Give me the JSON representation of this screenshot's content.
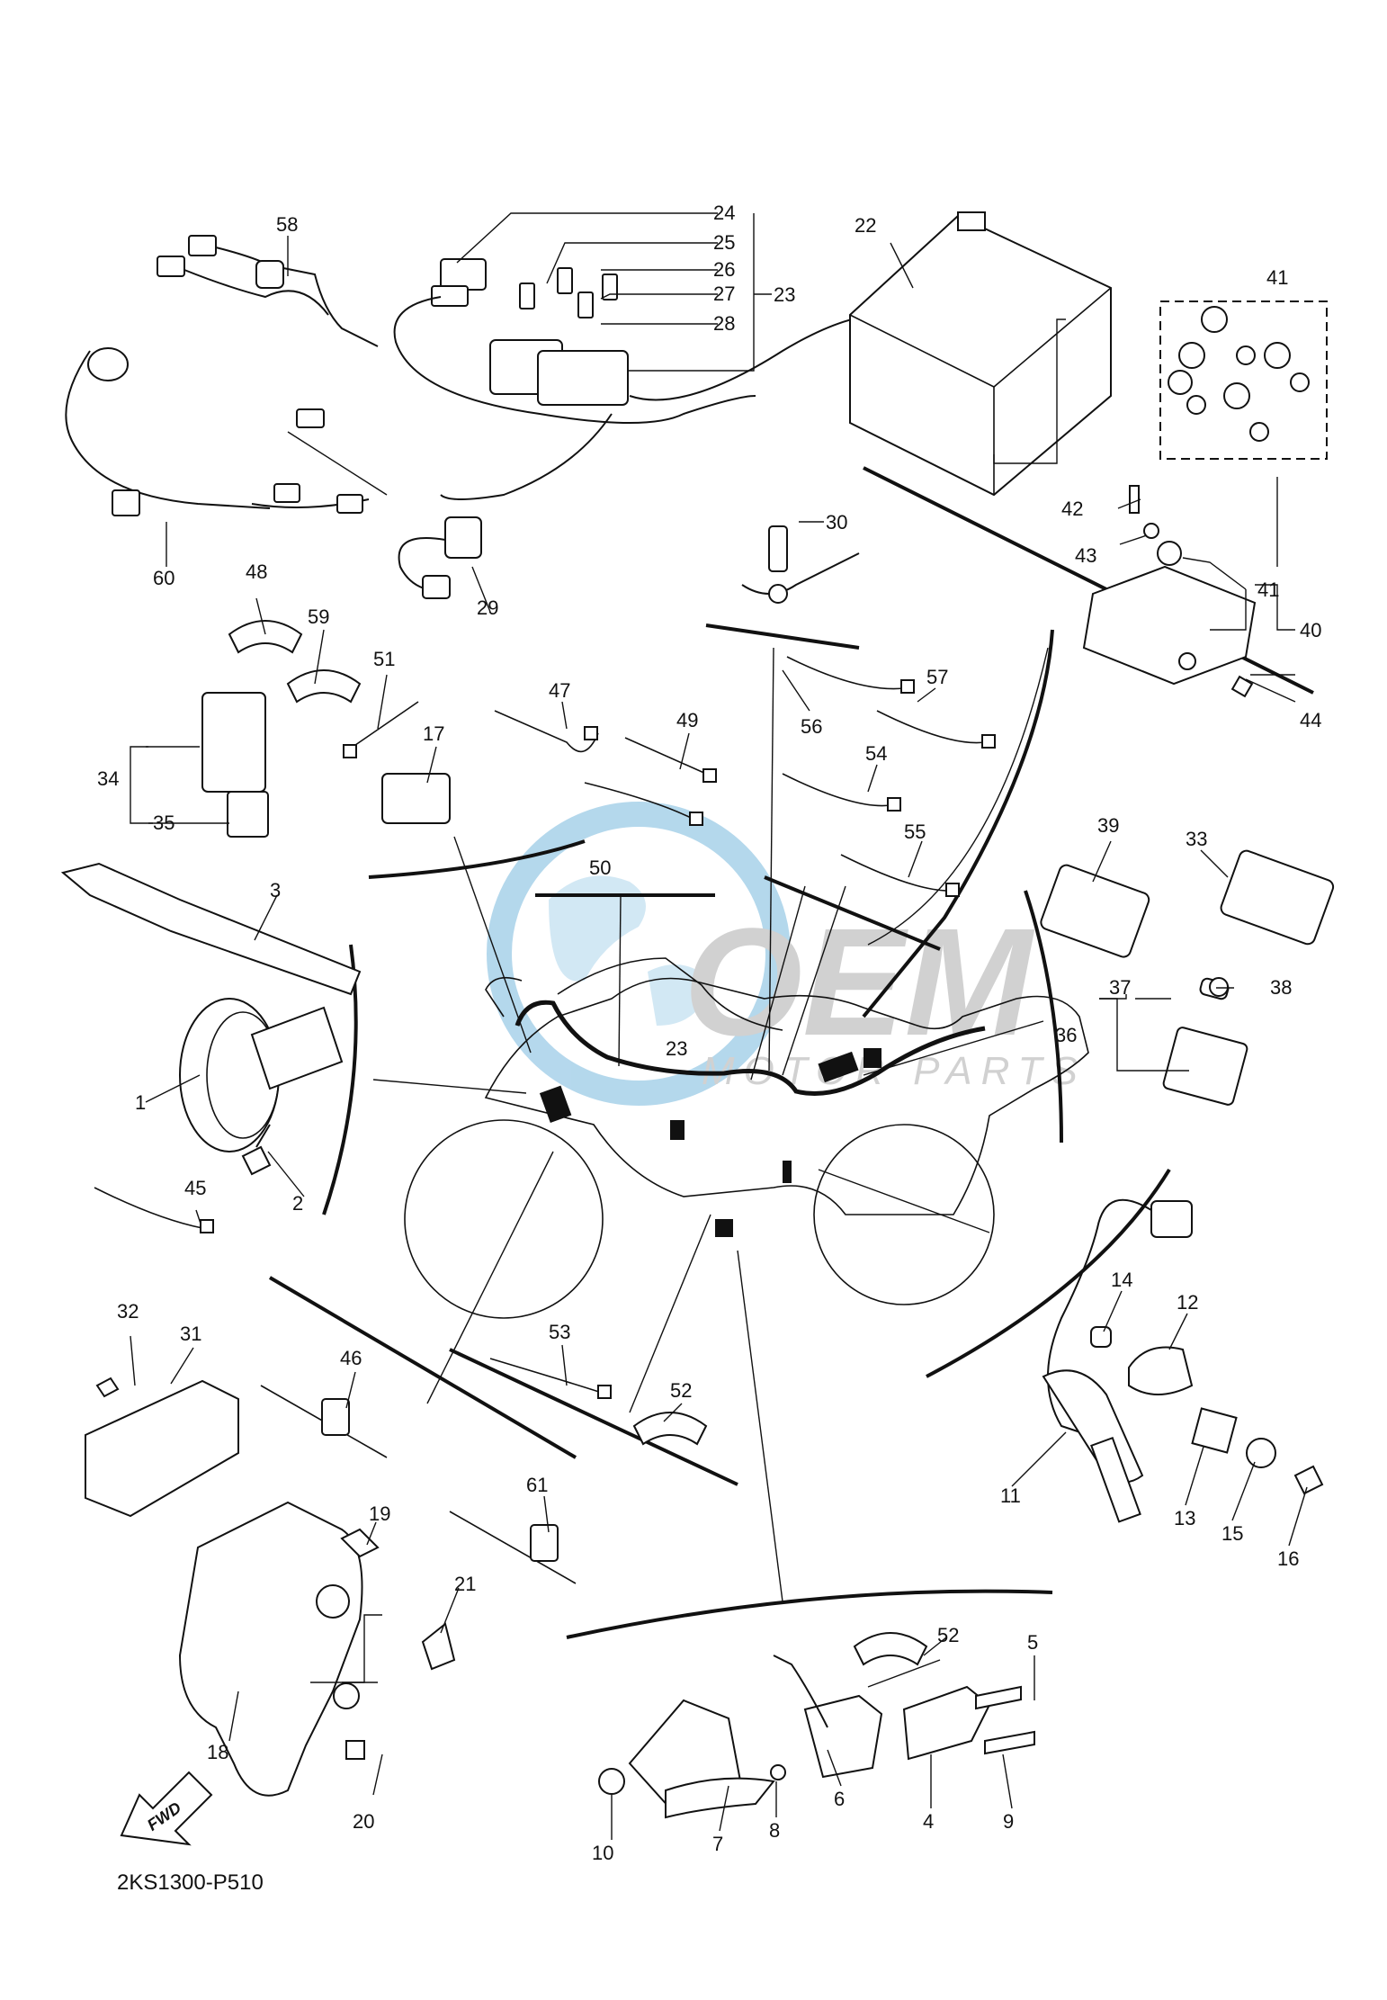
{
  "diagram_code": "2KS1300-P510",
  "fwd_label": "FWD",
  "watermark": {
    "main": "OEM",
    "sub": "MOTOR PARTS"
  },
  "colors": {
    "line": "#111111",
    "watermark_blue": "#5aa9d6",
    "watermark_gray": "#9a9a9a"
  },
  "callouts": {
    "c1": "1",
    "c2": "2",
    "c3": "3",
    "c4": "4",
    "c5": "5",
    "c6": "6",
    "c7": "7",
    "c8": "8",
    "c9": "9",
    "c10": "10",
    "c11": "11",
    "c12": "12",
    "c13": "13",
    "c14": "14",
    "c15": "15",
    "c16": "16",
    "c17": "17",
    "c18": "18",
    "c19": "19",
    "c20": "20",
    "c21": "21",
    "c22": "22",
    "c23a": "23",
    "c23b": "23",
    "c24": "24",
    "c25": "25",
    "c26": "26",
    "c27": "27",
    "c28": "28",
    "c29": "29",
    "c30": "30",
    "c31": "31",
    "c32": "32",
    "c33": "33",
    "c34": "34",
    "c35": "35",
    "c36": "36",
    "c37": "37",
    "c38": "38",
    "c39": "39",
    "c40": "40",
    "c41a": "41",
    "c41b": "41",
    "c42": "42",
    "c43": "43",
    "c44": "44",
    "c45": "45",
    "c46": "46",
    "c47": "47",
    "c48": "48",
    "c49": "49",
    "c50": "50",
    "c51": "51",
    "c52a": "52",
    "c52b": "52",
    "c53": "53",
    "c54": "54",
    "c55": "55",
    "c56": "56",
    "c57": "57",
    "c58": "58",
    "c59": "59",
    "c60": "60",
    "c61": "61"
  }
}
